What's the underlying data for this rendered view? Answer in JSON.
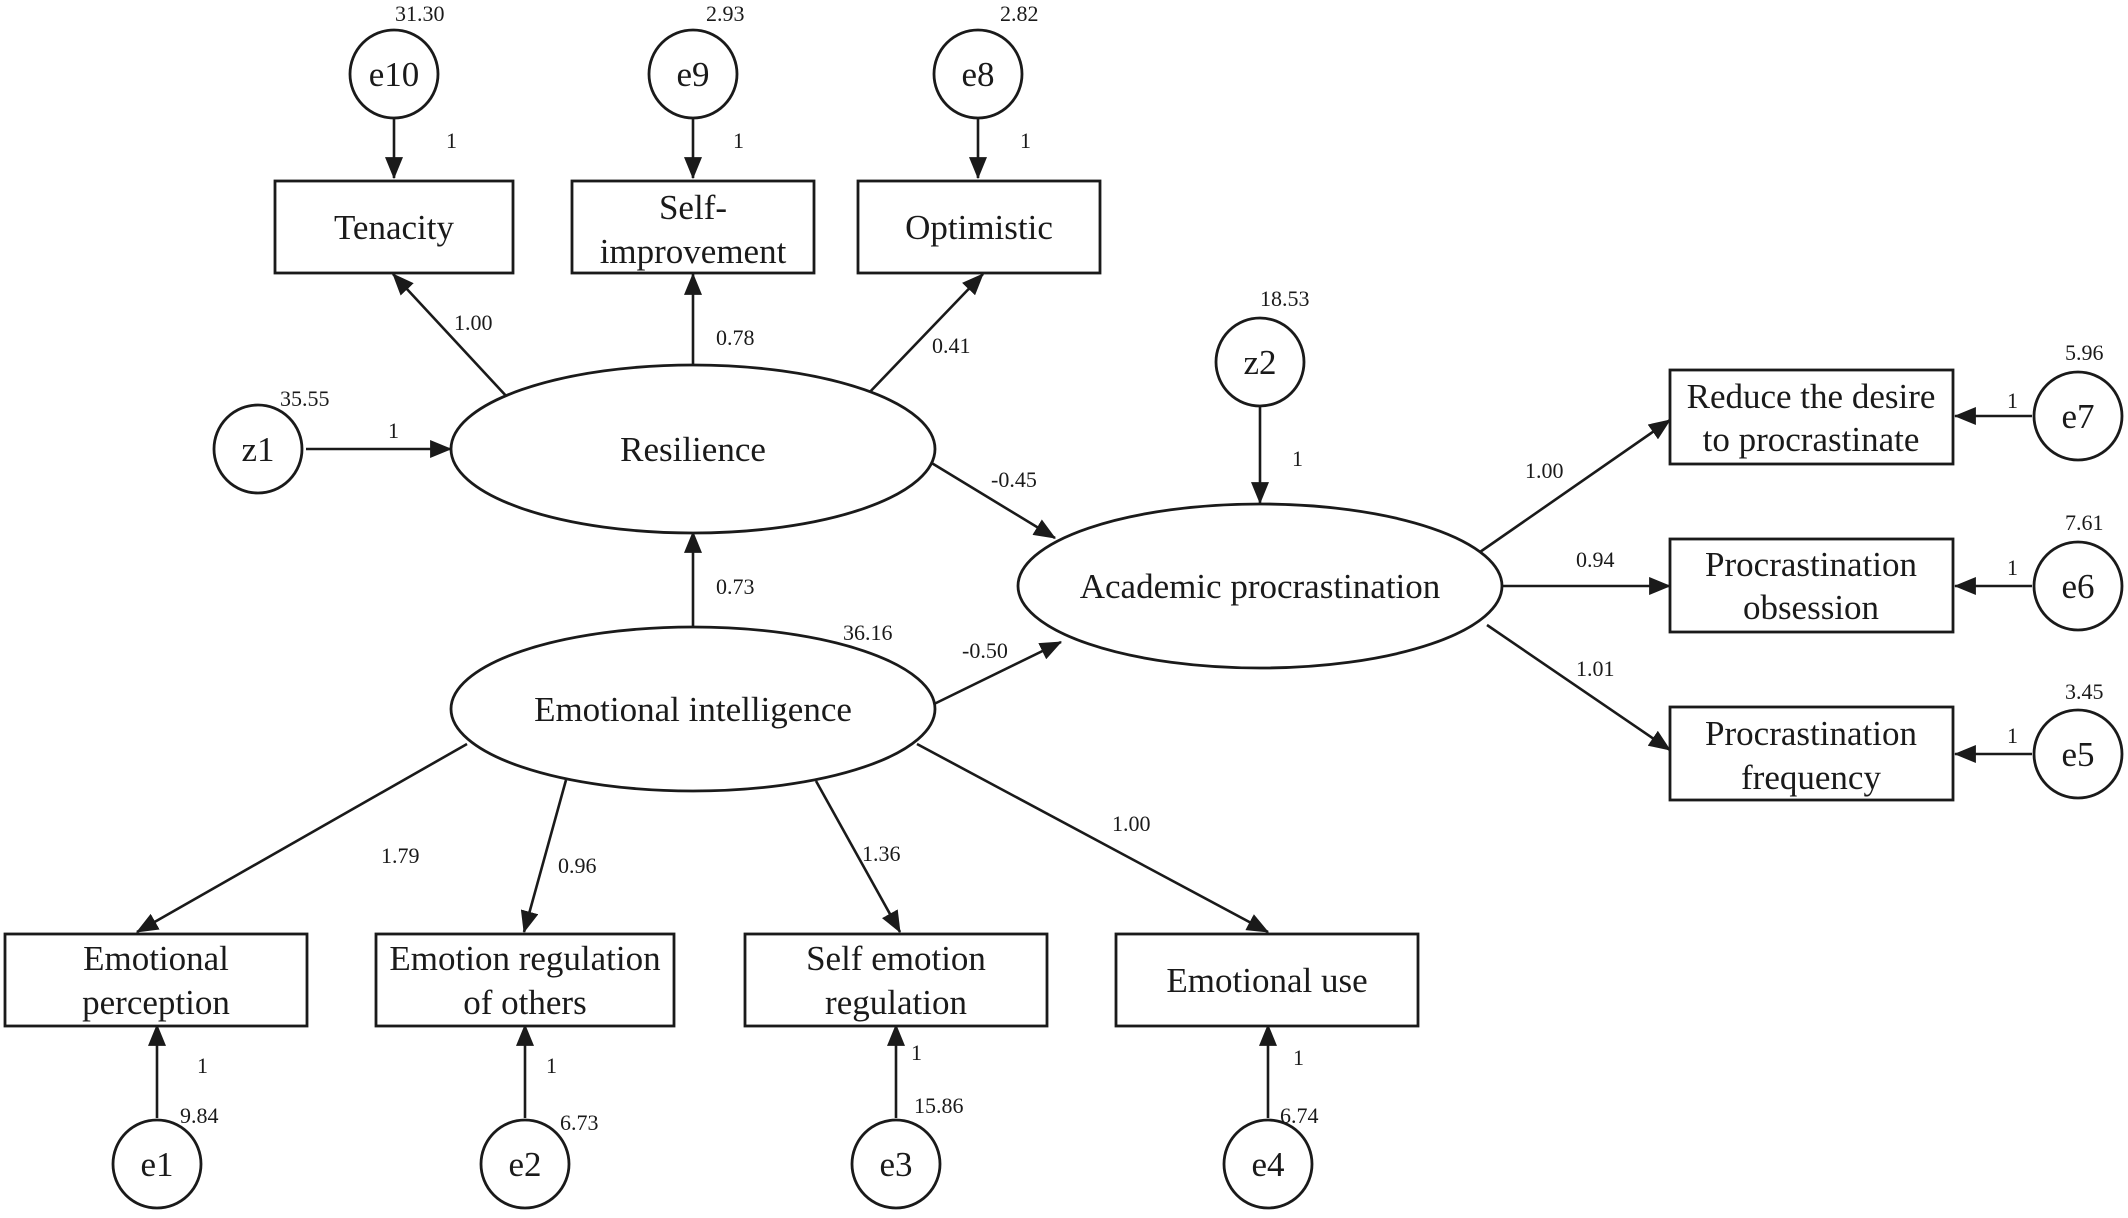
{
  "latents": {
    "resilience": "Resilience",
    "emotional_intelligence": "Emotional intelligence",
    "academic_procrastination": "Academic procrastination"
  },
  "indicators": {
    "tenacity": [
      "Tenacity"
    ],
    "self_improvement": [
      "Self-",
      "improvement"
    ],
    "optimistic": [
      "Optimistic"
    ],
    "emotional_perception": [
      "Emotional",
      "perception"
    ],
    "emotion_regulation_others": [
      "Emotion regulation",
      "of others"
    ],
    "self_emotion_regulation": [
      "Self emotion",
      "regulation"
    ],
    "emotional_use": [
      "Emotional use"
    ],
    "reduce_desire": [
      "Reduce the desire",
      "to procrastinate"
    ],
    "procrastination_obsession": [
      "Procrastination",
      "obsession"
    ],
    "procrastination_frequency": [
      "Procrastination",
      "frequency"
    ]
  },
  "errors": {
    "e10": {
      "label": "e10",
      "variance": "31.30",
      "path": "1"
    },
    "e9": {
      "label": "e9",
      "variance": "2.93",
      "path": "1"
    },
    "e8": {
      "label": "e8",
      "variance": "2.82",
      "path": "1"
    },
    "z1": {
      "label": "z1",
      "variance": "35.55",
      "path": "1"
    },
    "z2": {
      "label": "z2",
      "variance": "18.53",
      "path": "1"
    },
    "e7": {
      "label": "e7",
      "variance": "5.96",
      "path": "1"
    },
    "e6": {
      "label": "e6",
      "variance": "7.61",
      "path": "1"
    },
    "e5": {
      "label": "e5",
      "variance": "3.45",
      "path": "1"
    },
    "e1": {
      "label": "e1",
      "variance": "9.84",
      "path": "1"
    },
    "e2": {
      "label": "e2",
      "variance": "6.73",
      "path": "1"
    },
    "e3": {
      "label": "e3",
      "variance": "15.86",
      "path": "1"
    },
    "e4": {
      "label": "e4",
      "variance": "6.74",
      "path": "1"
    }
  },
  "loadings": {
    "resilience_tenacity": "1.00",
    "resilience_self_improvement": "0.78",
    "resilience_optimistic": "0.41",
    "ei_emotional_perception": "1.79",
    "ei_emotion_regulation_others": "0.96",
    "ei_self_emotion_regulation": "1.36",
    "ei_emotional_use": "1.00",
    "ap_reduce_desire": "1.00",
    "ap_obsession": "0.94",
    "ap_frequency": "1.01"
  },
  "structural": {
    "ei_to_resilience": "0.73",
    "resilience_to_ap": "-0.45",
    "ei_to_ap": "-0.50",
    "ei_variance": "36.16"
  }
}
